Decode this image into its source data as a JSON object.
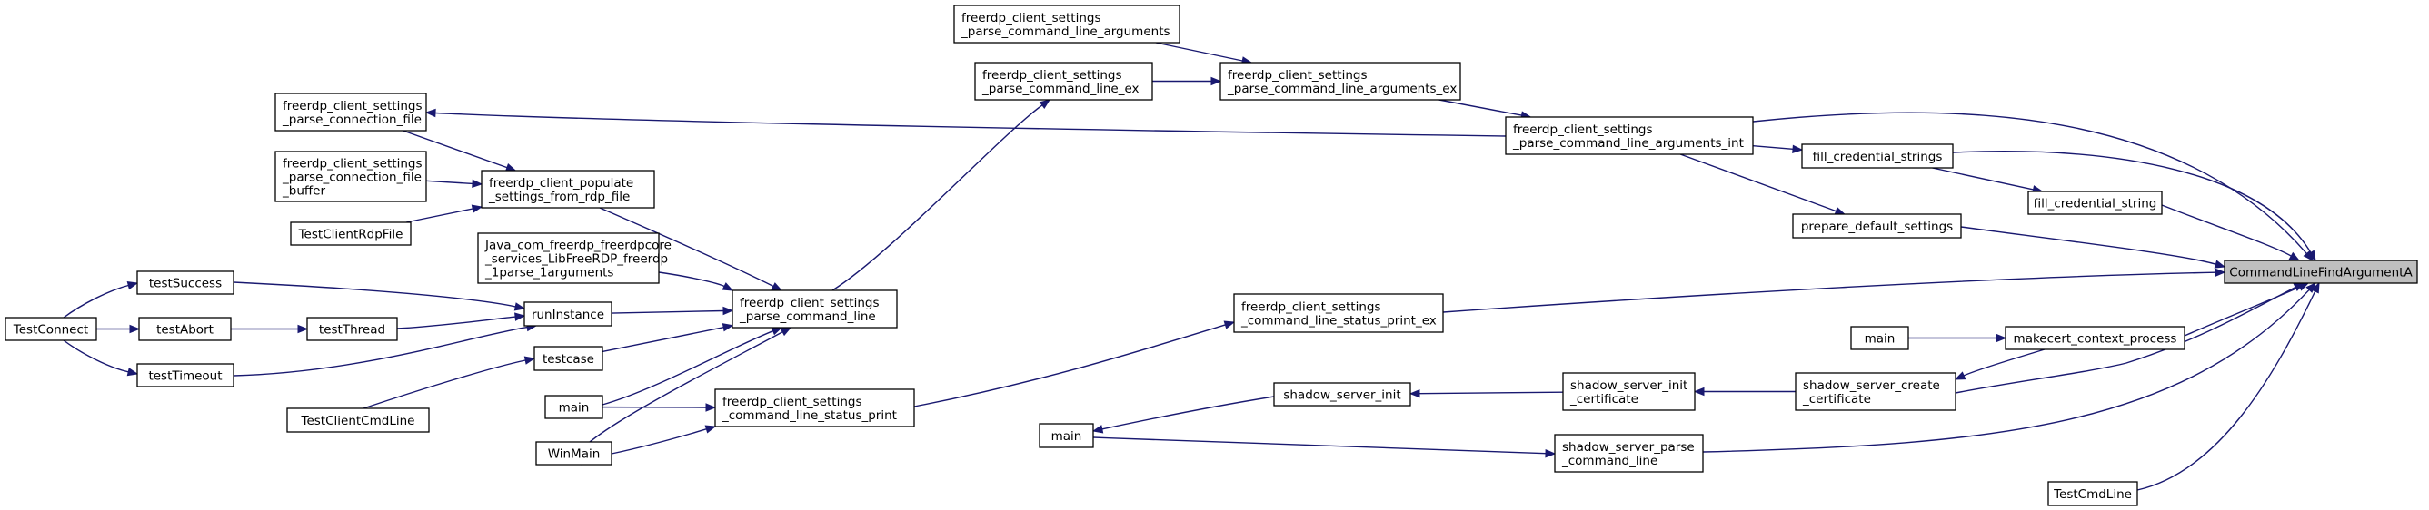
{
  "nodes": [
    {
      "id": "root",
      "lines": [
        "CommandLineFindArgumentA"
      ],
      "root": true
    },
    {
      "id": "parse_args",
      "lines": [
        "freerdp_client_settings",
        "_parse_command_line_arguments"
      ]
    },
    {
      "id": "parse_ex",
      "lines": [
        "freerdp_client_settings",
        "_parse_command_line_ex"
      ]
    },
    {
      "id": "parse_args_ex",
      "lines": [
        "freerdp_client_settings",
        "_parse_command_line_arguments_ex"
      ]
    },
    {
      "id": "parse_conn_file",
      "lines": [
        "freerdp_client_settings",
        "_parse_connection_file"
      ]
    },
    {
      "id": "parse_args_int",
      "lines": [
        "freerdp_client_settings",
        "_parse_command_line_arguments_int"
      ]
    },
    {
      "id": "fill_cred_strings",
      "lines": [
        "fill_credential_strings"
      ]
    },
    {
      "id": "parse_conn_file_buf",
      "lines": [
        "freerdp_client_settings",
        "_parse_connection_file",
        "_buffer"
      ]
    },
    {
      "id": "populate",
      "lines": [
        "freerdp_client_populate",
        "_settings_from_rdp_file"
      ]
    },
    {
      "id": "fill_cred_string",
      "lines": [
        "fill_credential_string"
      ]
    },
    {
      "id": "client_rdp_file",
      "lines": [
        "TestClientRdpFile"
      ]
    },
    {
      "id": "prepare_default",
      "lines": [
        "prepare_default_settings"
      ]
    },
    {
      "id": "java",
      "lines": [
        "Java_com_freerdp_freerdpcore",
        "_services_LibFreeRDP_freerdp",
        "_1parse_1arguments"
      ]
    },
    {
      "id": "test_success",
      "lines": [
        "testSuccess"
      ]
    },
    {
      "id": "parse_cmdline",
      "lines": [
        "freerdp_client_settings",
        "_parse_command_line"
      ]
    },
    {
      "id": "status_print_ex",
      "lines": [
        "freerdp_client_settings",
        "_command_line_status_print_ex"
      ]
    },
    {
      "id": "run_instance",
      "lines": [
        "runInstance"
      ]
    },
    {
      "id": "test_connect",
      "lines": [
        "TestConnect"
      ]
    },
    {
      "id": "test_abort",
      "lines": [
        "testAbort"
      ]
    },
    {
      "id": "test_thread",
      "lines": [
        "testThread"
      ]
    },
    {
      "id": "main1",
      "lines": [
        "main"
      ]
    },
    {
      "id": "makecert",
      "lines": [
        "makecert_context_process"
      ]
    },
    {
      "id": "test_timeout",
      "lines": [
        "testTimeout"
      ]
    },
    {
      "id": "testcase",
      "lines": [
        "testcase"
      ]
    },
    {
      "id": "shadow_init",
      "lines": [
        "shadow_server_init"
      ]
    },
    {
      "id": "shadow_init_cert",
      "lines": [
        "shadow_server_init",
        "_certificate"
      ]
    },
    {
      "id": "shadow_create_cert",
      "lines": [
        "shadow_server_create",
        "_certificate"
      ]
    },
    {
      "id": "main2",
      "lines": [
        "main"
      ]
    },
    {
      "id": "status_print",
      "lines": [
        "freerdp_client_settings",
        "_command_line_status_print"
      ]
    },
    {
      "id": "client_cmdline",
      "lines": [
        "TestClientCmdLine"
      ]
    },
    {
      "id": "main3",
      "lines": [
        "main"
      ]
    },
    {
      "id": "shadow_parse",
      "lines": [
        "shadow_server_parse",
        "_command_line"
      ]
    },
    {
      "id": "winmain",
      "lines": [
        "WinMain"
      ]
    },
    {
      "id": "test_cmdline",
      "lines": [
        "TestCmdLine"
      ]
    }
  ],
  "edges": [
    [
      "parse_args_int",
      "root"
    ],
    [
      "fill_cred_strings",
      "root"
    ],
    [
      "fill_cred_string",
      "root"
    ],
    [
      "prepare_default",
      "root"
    ],
    [
      "status_print_ex",
      "root"
    ],
    [
      "makecert",
      "root"
    ],
    [
      "shadow_create_cert",
      "root"
    ],
    [
      "shadow_parse",
      "root"
    ],
    [
      "test_cmdline",
      "root"
    ],
    [
      "parse_args_ex",
      "parse_args_int"
    ],
    [
      "parse_args",
      "parse_args_ex"
    ],
    [
      "parse_ex",
      "parse_args_ex"
    ],
    [
      "parse_cmdline",
      "parse_ex"
    ],
    [
      "parse_args_int",
      "parse_conn_file"
    ],
    [
      "parse_args_int",
      "fill_cred_strings"
    ],
    [
      "parse_args_int",
      "prepare_default"
    ],
    [
      "fill_cred_strings",
      "fill_cred_string"
    ],
    [
      "parse_conn_file",
      "populate"
    ],
    [
      "parse_conn_file_buf",
      "populate"
    ],
    [
      "client_rdp_file",
      "populate"
    ],
    [
      "populate",
      "parse_cmdline"
    ],
    [
      "java",
      "parse_cmdline"
    ],
    [
      "run_instance",
      "parse_cmdline"
    ],
    [
      "testcase",
      "parse_cmdline"
    ],
    [
      "main2",
      "parse_cmdline"
    ],
    [
      "winmain",
      "parse_cmdline"
    ],
    [
      "test_success",
      "run_instance"
    ],
    [
      "test_thread",
      "run_instance"
    ],
    [
      "test_timeout",
      "run_instance"
    ],
    [
      "test_abort",
      "test_thread"
    ],
    [
      "test_connect",
      "test_success"
    ],
    [
      "test_connect",
      "test_abort"
    ],
    [
      "test_connect",
      "test_timeout"
    ],
    [
      "client_cmdline",
      "testcase"
    ],
    [
      "status_print",
      "status_print_ex"
    ],
    [
      "main2",
      "status_print"
    ],
    [
      "winmain",
      "status_print"
    ],
    [
      "main1",
      "makecert"
    ],
    [
      "makecert",
      "shadow_create_cert"
    ],
    [
      "shadow_create_cert",
      "shadow_init_cert"
    ],
    [
      "shadow_init_cert",
      "shadow_init"
    ],
    [
      "shadow_init",
      "main3"
    ],
    [
      "main3",
      "shadow_parse"
    ]
  ]
}
